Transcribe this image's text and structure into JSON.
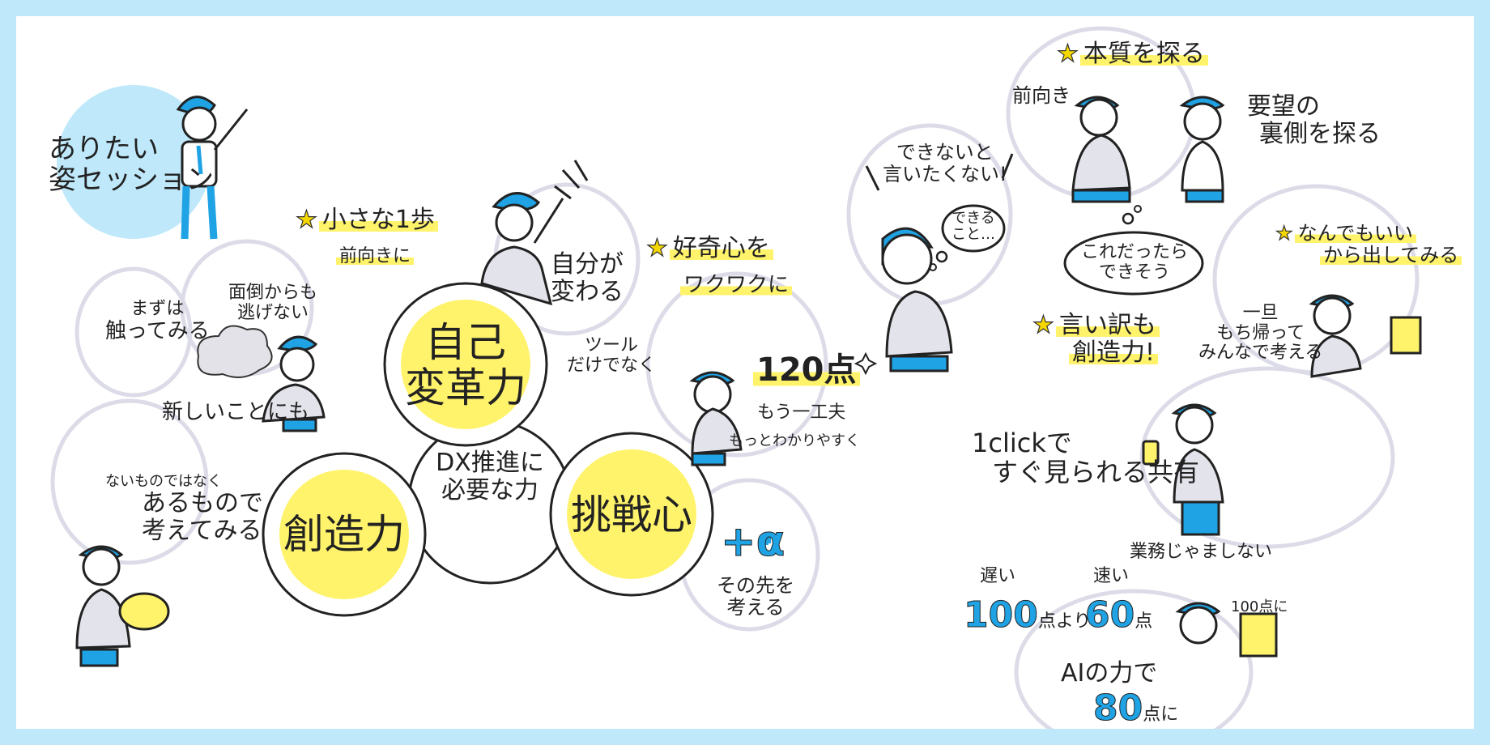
{
  "title_lines": [
    "ありたい",
    "姿セッション"
  ],
  "center": {
    "lines": [
      "DX推進に",
      "必要な力"
    ]
  },
  "pillars": [
    {
      "label_lines": [
        "自己",
        "変革力"
      ]
    },
    {
      "label_lines": [
        "創造力"
      ]
    },
    {
      "label_lines": [
        "挑戦心"
      ]
    }
  ],
  "small_step": {
    "star": "★",
    "title": "小さな1歩",
    "sub": "前向きに"
  },
  "touch": {
    "lines": [
      "まずは",
      "触ってみる"
    ]
  },
  "bother": {
    "lines": [
      "面倒からも",
      "逃げない"
    ]
  },
  "new_things": "新しいことにも",
  "self_change": {
    "lines": [
      "自分が",
      "変わる"
    ]
  },
  "not_only_tools": {
    "lines": [
      "ツール",
      "だけでなく"
    ]
  },
  "curiosity": {
    "star": "★",
    "title": "好奇心を",
    "sub": "ワクワクに"
  },
  "score120": "120点",
  "one_more": "もう一工夫",
  "easier": "もっとわかりやすく",
  "nothing": {
    "line1": "ないものではなく",
    "line2": "あるもので",
    "line3": "考えてみる"
  },
  "alpha": {
    "label": "+α",
    "lines": [
      "その先を",
      "考える"
    ]
  },
  "cannot": {
    "lines": [
      "できないと",
      "言いたくない!"
    ]
  },
  "can_bubble": {
    "lines": [
      "できる",
      "こと…"
    ]
  },
  "could_do": {
    "lines": [
      "これだったら",
      "できそう"
    ]
  },
  "essence": {
    "star": "★",
    "title": "本質を探る",
    "forward": "前向き",
    "req": [
      "要望の",
      "裏側を探る"
    ]
  },
  "excuse": {
    "star": "★",
    "lines": [
      "言い訳も",
      "創造力!"
    ]
  },
  "try_anything": {
    "star": "★",
    "lines": [
      "なんでもいい",
      "から出してみる"
    ]
  },
  "take_home": {
    "lines": [
      "一旦",
      "もち帰って",
      "みんなで考える"
    ]
  },
  "share": {
    "lines": [
      "1clickで",
      "すぐ見られる共有"
    ],
    "sub": "業務じゃましない"
  },
  "speed": {
    "slow_label": "遅い",
    "slow_value": "100",
    "slow_unit": "点より",
    "fast_label": "速い",
    "fast_value": "60",
    "fast_unit": "点",
    "target": "100点に",
    "ai_line": "AIの力で",
    "ai_value": "80",
    "ai_unit": "点に"
  },
  "colors": {
    "frame": "#bfe9fb",
    "yellow": "#fff36b",
    "blue": "#1fa3e4",
    "ring": "#dcdbe8"
  }
}
